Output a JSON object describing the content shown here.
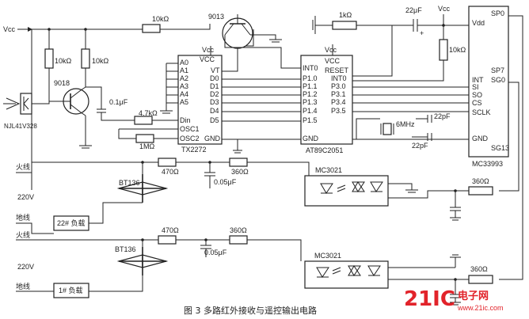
{
  "caption": "图 3  多路红外接收与遥控输出电路",
  "watermark": {
    "brand_text": "21IC",
    "cn_text": "电子网",
    "url": "www.21ic.com"
  },
  "supply": {
    "vcc": "Vcc"
  },
  "labels": {
    "sensor": "NJL41V328",
    "q9018": "9018",
    "q9013": "9013",
    "r10k_a": "10kΩ",
    "r10k_b": "10kΩ",
    "r10k_c": "10kΩ",
    "r10k_d": "10kΩ",
    "r1k": "1kΩ",
    "c22u": "22μF",
    "c01u": "0.1μF",
    "r47k": "4.7kΩ",
    "r1m": "1MΩ",
    "xtal": "6MHz",
    "c22p_a": "22pF",
    "c22p_b": "22pF",
    "plus": "+",
    "fire_a": "火线",
    "fire_b": "火线",
    "ground_a": "地线",
    "ground_b": "地线",
    "v220_a": "220V",
    "v220_b": "220V",
    "triac_a": "BT136",
    "triac_b": "BT136",
    "r470_a": "470Ω",
    "r470_b": "470Ω",
    "r360_a": "360Ω",
    "r360_b": "360Ω",
    "r360_c": "360Ω",
    "r360_d": "360Ω",
    "c005_a": "0.05μF",
    "c005_b": "0.05μF",
    "mc3021_a": "MC3021",
    "mc3021_b": "MC3021",
    "load_a": "22# 负载",
    "load_b": "1# 负载"
  },
  "ic_encoder": {
    "name": "TX2272",
    "vcc": "VCC",
    "left_pins": [
      "A0",
      "A1",
      "A2",
      "A3",
      "A4",
      "A5",
      "Din",
      "OSC1",
      "OSC2"
    ],
    "right_pins": [
      "VT",
      "D0",
      "D1",
      "D2",
      "D3",
      "D4",
      "D5",
      "GND"
    ]
  },
  "ic_mcu": {
    "name": "AT89C2051",
    "vcc": "VCC",
    "left_pins": [
      "INT0",
      "P1.0",
      "P1.1",
      "P1.2",
      "P1.3",
      "P1.4",
      "P1.5",
      "GND"
    ],
    "right_pins": [
      "RESET",
      "INT0",
      "P3.0",
      "P3.1",
      "P3.4",
      "P3.5"
    ]
  },
  "ic_driver": {
    "name": "MC33993",
    "top_pins": [
      "SP0",
      "Vdd"
    ],
    "side_pins": [
      "SP7",
      "SG0",
      "INT",
      "SI",
      "SO",
      "CS",
      "SCLK",
      "GND",
      "SG13"
    ]
  }
}
